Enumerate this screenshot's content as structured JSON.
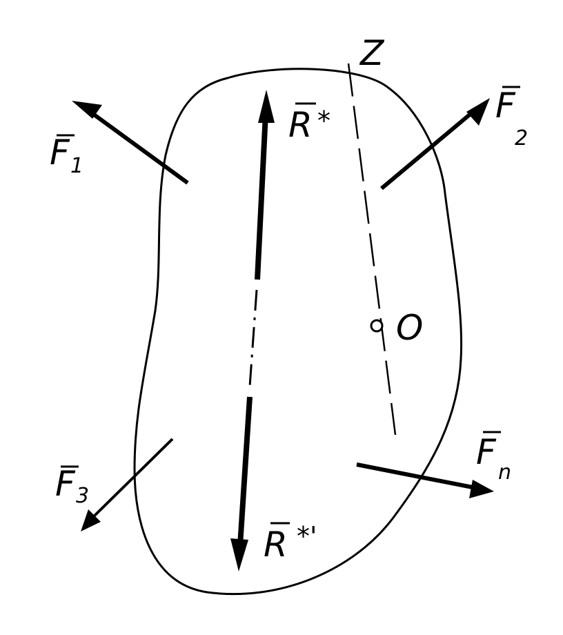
{
  "figure": {
    "stroke_color": "#000000",
    "background": "#ffffff",
    "labels": {
      "f1_main": "F",
      "f1_sub": "1",
      "f2_main": "F",
      "f2_sub": "2",
      "f3_main": "F",
      "f3_sub": "3",
      "fn_main": "F",
      "fn_sub": "n",
      "r_star_main": "R",
      "r_star_sup": "*",
      "r_star_prime_main": "R",
      "r_star_prime_sup": "*'",
      "z_axis": "Z",
      "point_o": "O"
    }
  }
}
